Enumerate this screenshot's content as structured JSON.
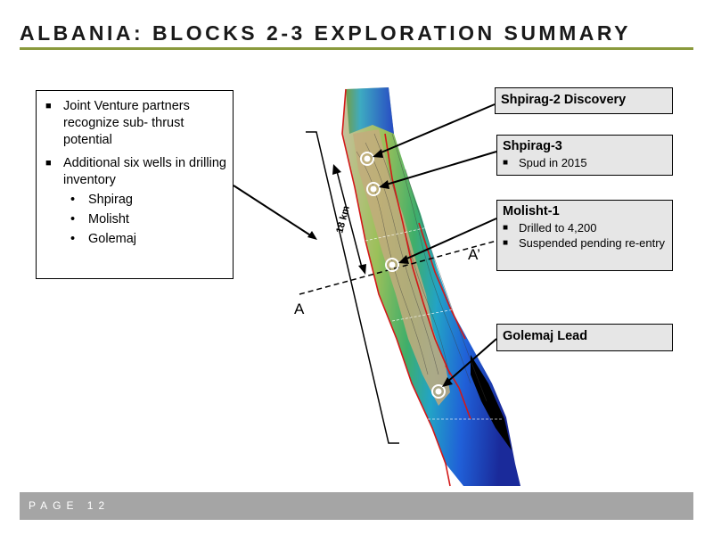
{
  "header": {
    "title": "ALBANIA: BLOCKS 2-3 EXPLORATION SUMMARY"
  },
  "summary_box": {
    "bullets": [
      "Joint Venture partners recognize sub- thrust potential",
      "Additional six wells in drilling inventory"
    ],
    "wells": [
      "Shpirag",
      "Molisht",
      "Golemaj"
    ]
  },
  "callouts": {
    "shpirag2": {
      "title": "Shpirag-2 Discovery"
    },
    "shpirag3": {
      "title": "Shpirag-3",
      "items": [
        "Spud in 2015"
      ]
    },
    "molisht1": {
      "title": "Molisht-1",
      "items": [
        "Drilled to 4,200",
        "Suspended pending re-entry"
      ]
    },
    "golemaj": {
      "title": "Golemaj Lead"
    }
  },
  "map": {
    "scale_label": "18 km",
    "section_start": "A",
    "section_end": "A’"
  },
  "footer": {
    "page": "PAGE 12"
  },
  "colors": {
    "accent_rule": "#8a9a3c",
    "footer_bar": "#a5a5a5",
    "callout_bg": "#e6e6e6"
  }
}
